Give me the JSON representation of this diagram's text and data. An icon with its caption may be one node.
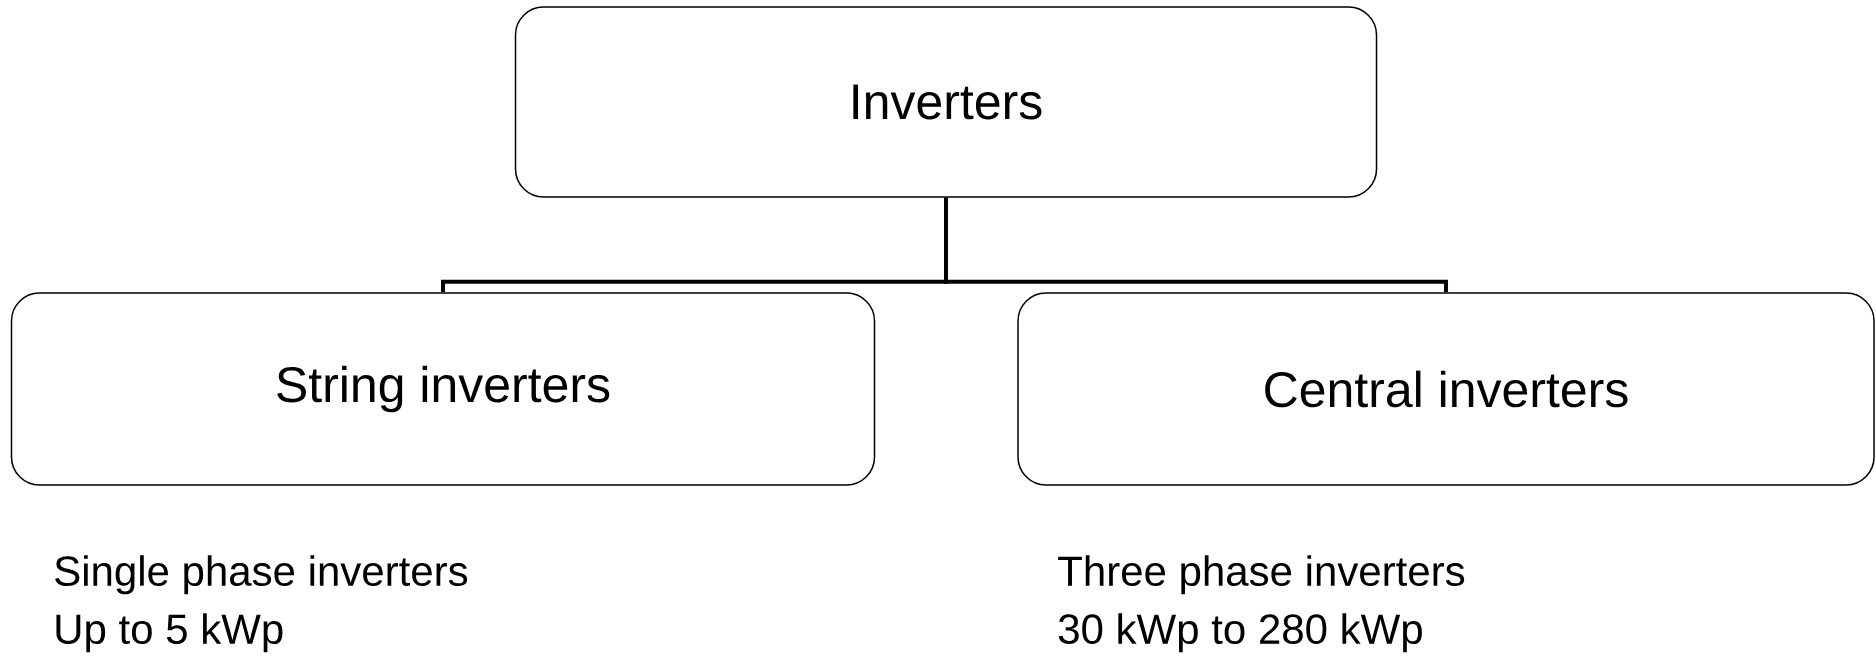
{
  "diagram": {
    "nodes": [
      {
        "text": [
          "Inverters"
        ]
      },
      {
        "text": [
          "String inverters"
        ],
        "beside": [
          "Single phase inverters",
          "Up to 5 kWp"
        ]
      },
      {
        "text": [
          "Central inverters"
        ],
        "beside": [
          "Three phase inverters",
          "30 kWp to 280 kWp"
        ]
      }
    ],
    "edges": [
      {
        "from": 0,
        "to": 1,
        "arrow": "none"
      },
      {
        "from": 0,
        "to": 2,
        "arrow": "none"
      }
    ]
  }
}
